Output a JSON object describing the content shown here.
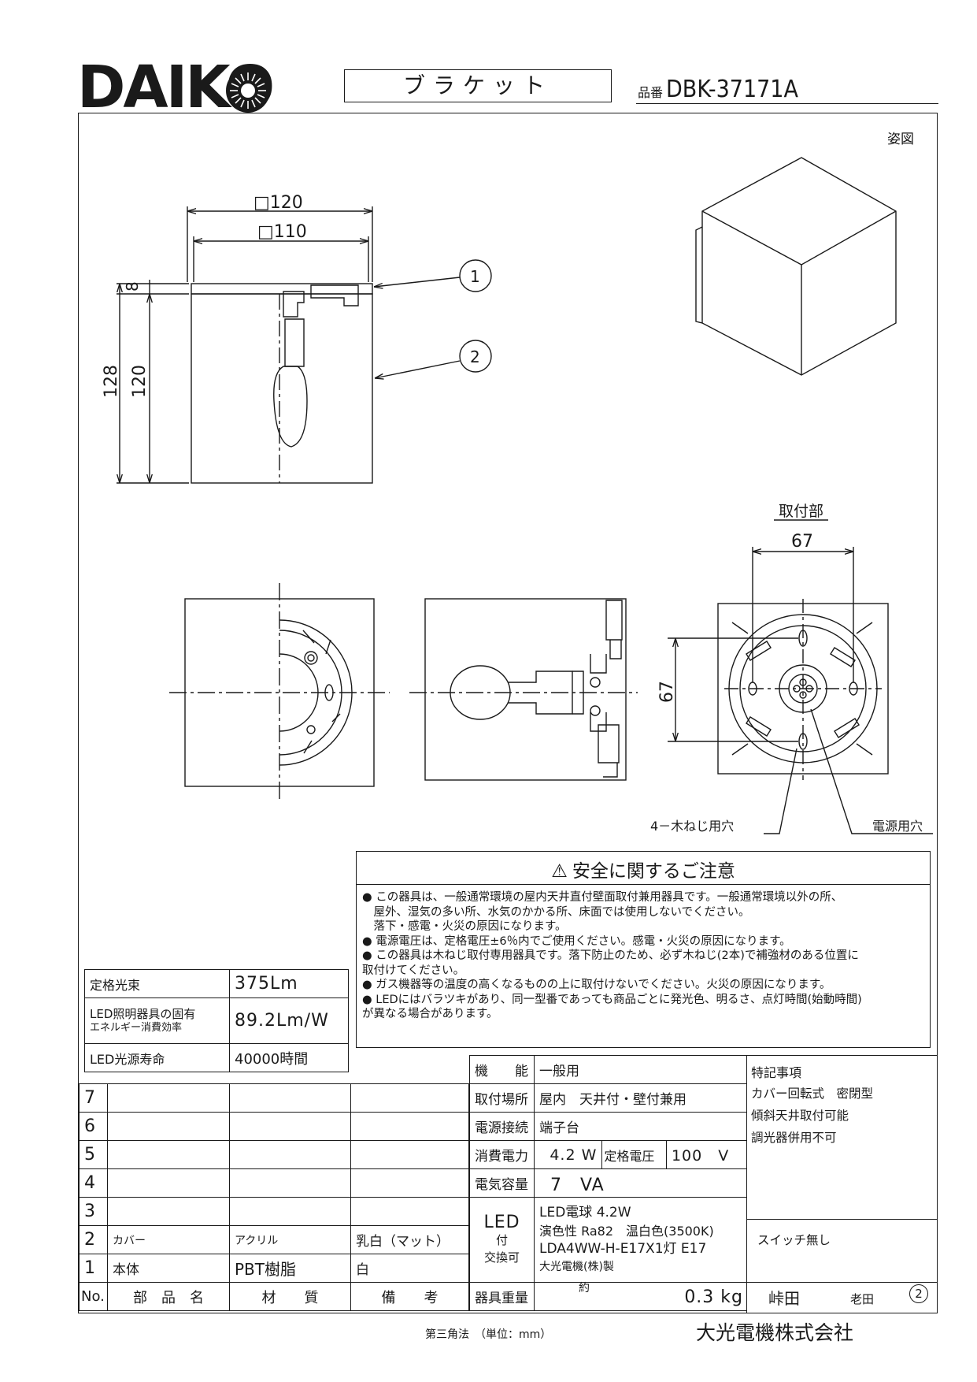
{
  "header": {
    "brand": "DAIKO",
    "product_type": "ブラケット",
    "model_prefix": "品番",
    "model_number": "DBK-37171A"
  },
  "drawing": {
    "view_label": "姿図",
    "dim_120_sq": "□120",
    "dim_110_sq": "□110",
    "dim_8": "8",
    "dim_128": "128",
    "dim_120": "120",
    "callout_1": "1",
    "callout_2": "2",
    "mount_label": "取付部",
    "dim_67_h": "67",
    "dim_67_v": "67",
    "wood_screw_label": "4－木ねじ用穴",
    "power_hole_label": "電源用穴"
  },
  "safety": {
    "title": "安全に関するご注意",
    "lines": [
      "● この器具は、一般通常環境の屋内天井直付壁面取付兼用器具です。一般通常環境以外の所、",
      "　屋外、湿気の多い所、水気のかかる所、床面では使用しないでください。",
      "　落下・感電・火災の原因になります。",
      "● 電源電圧は、定格電圧±6％内でご使用ください。感電・火災の原因になります。",
      "● この器具は木ねじ取付専用器具です。落下防止のため、必ず木ねじ(2本)で補強材のある位置に",
      "取付けてください。",
      "● ガス機器等の温度の高くなるものの上に取付けないでください。火災の原因になります。",
      "● LEDにはバラツキがあり、同一型番であっても商品ごとに発光色、明るさ、点灯時間(始動時間)",
      "が異なる場合があります。"
    ]
  },
  "specs_left": {
    "flux_label": "定格光束",
    "flux_value": "375Lm",
    "eff_label_1": "LED照明器具の固有",
    "eff_label_2": "エネルギー消費効率",
    "eff_value": "89.2Lm/W",
    "life_label": "LED光源寿命",
    "life_value": "40000時間"
  },
  "parts": {
    "rows": [
      {
        "no": "7",
        "name": "",
        "material": "",
        "note": ""
      },
      {
        "no": "6",
        "name": "",
        "material": "",
        "note": ""
      },
      {
        "no": "5",
        "name": "",
        "material": "",
        "note": ""
      },
      {
        "no": "4",
        "name": "",
        "material": "",
        "note": ""
      },
      {
        "no": "3",
        "name": "",
        "material": "",
        "note": ""
      },
      {
        "no": "2",
        "name": "カバー",
        "material": "アクリル",
        "note": "乳白（マット）"
      },
      {
        "no": "1",
        "name": "本体",
        "material": "PBT樹脂",
        "note": "白"
      }
    ],
    "headers": {
      "no": "No.",
      "name": "部　品　名",
      "material": "材　　質",
      "note": "備　　考"
    }
  },
  "specs_right": {
    "function_label": "機　　能",
    "function_value": "一般用",
    "mount_label": "取付場所",
    "mount_value": "屋内　天井付・壁付兼用",
    "conn_label": "電源接続",
    "conn_value": "端子台",
    "power_label": "消費電力",
    "power_value": "4.2 W",
    "voltage_label": "定格電圧",
    "voltage_value": "100　V",
    "capacity_label": "電気容量",
    "capacity_value": "7　VA",
    "led_label_1": "LED",
    "led_label_2": "付",
    "led_label_3": "交換可",
    "led_line_1": "LED電球 4.2W",
    "led_line_2": "演色性 Ra82　温白色(3500K)",
    "led_line_3": "LDA4WW-H-E17X1灯 E17",
    "led_line_4": "大光電機(株)製",
    "weight_label": "器具重量",
    "weight_prefix": "約",
    "weight_value": "0.3 kg"
  },
  "notes": {
    "title": "特記事項",
    "lines": [
      "カバー回転式　密閉型",
      "傾斜天井取付可能",
      "調光器併用不可"
    ],
    "switch": "スイッチ無し",
    "sign_1": "峠田",
    "sign_2": "老田",
    "sign_no": "2"
  },
  "footer": {
    "projection": "第三角法　（単位：mm）",
    "company": "大光電機株式会社"
  }
}
